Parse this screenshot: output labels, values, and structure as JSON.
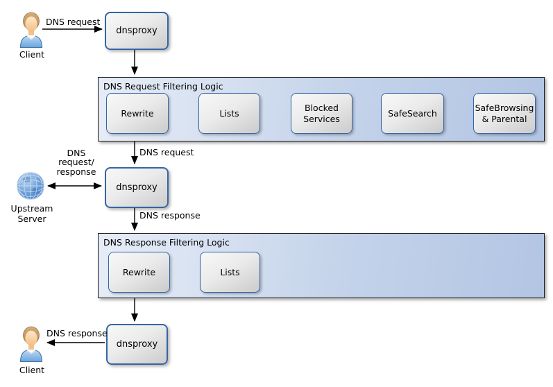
{
  "colors": {
    "box_border": "#3465a4",
    "box_fill_light": "#f8f8f8",
    "box_fill_dark": "#cccccc",
    "container_fill_left": "#e7edf7",
    "container_fill_right": "#b2c5e3",
    "container_border": "#1b1b1b",
    "arrow": "#000000",
    "globe_blue": "#4a86c8",
    "shirt_blue": "#6ba3dc",
    "hair_tan": "#c19a67"
  },
  "nodes": {
    "client_top": {
      "label": "Client"
    },
    "client_bottom": {
      "label": "Client"
    },
    "upstream_server": {
      "label": "Upstream Server"
    },
    "dnsproxy_top": {
      "label": "dnsproxy"
    },
    "dnsproxy_middle": {
      "label": "dnsproxy"
    },
    "dnsproxy_bottom": {
      "label": "dnsproxy"
    }
  },
  "request_pipeline": {
    "title": "DNS Request Filtering Logic",
    "steps": [
      "Rewrite",
      "Lists",
      "Blocked Services",
      "SafeSearch",
      "SafeBrowsing & Parental"
    ]
  },
  "response_pipeline": {
    "title": "DNS Response Filtering Logic",
    "steps": [
      "Rewrite",
      "Lists"
    ]
  },
  "edge_labels": {
    "client_request": "DNS request",
    "filtered_request": "DNS request",
    "upstream": {
      "lines": [
        "DNS",
        "request/",
        "response"
      ]
    },
    "proxy_response": "DNS response",
    "client_response": "DNS response"
  }
}
